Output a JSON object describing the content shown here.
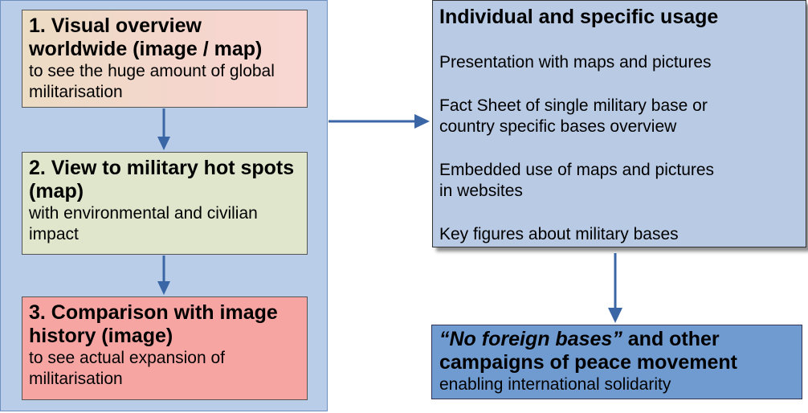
{
  "boxes": {
    "visual": {
      "title": "1. Visual overview worldwide (image / map)",
      "sub": "to see the huge amount of global militarisation"
    },
    "hotspots": {
      "title": "2. View to military hot spots (map)",
      "sub": "with environmental and civilian impact"
    },
    "comparison": {
      "title": "3. Comparison with image history (image)",
      "sub": "to see actual expansion of militarisation"
    },
    "usage": {
      "title": "Individual and specific usage",
      "items": [
        "Presentation with maps and pictures",
        "Fact Sheet of single military base or",
        "country specific bases overview",
        "Embedded use of maps and pictures",
        "in websites",
        "Key figures about military bases"
      ]
    },
    "campaign": {
      "title_italic": "“No foreign bases”",
      "title_rest": " and other campaigns of peace movement",
      "sub": "enabling international solidarity"
    }
  },
  "colors": {
    "arrow": "#3a66a6",
    "container": "#b9cde8"
  }
}
